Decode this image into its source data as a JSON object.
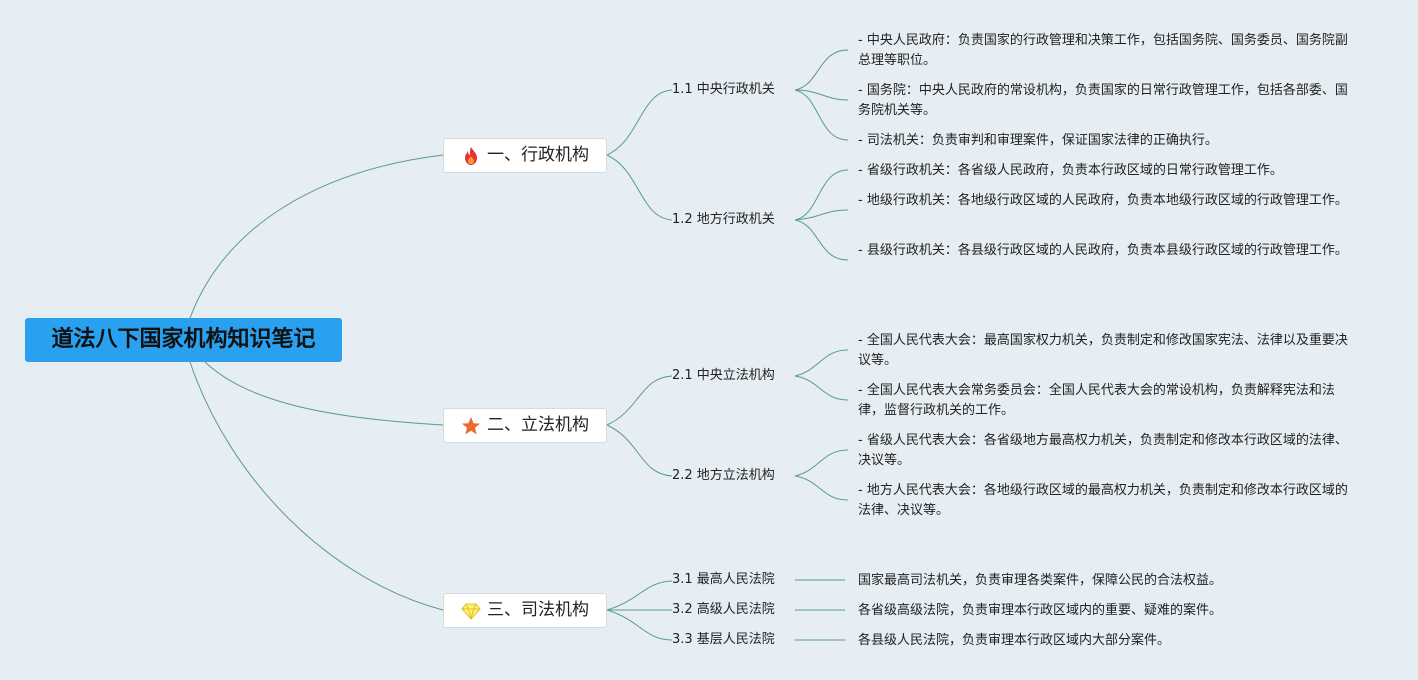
{
  "root": {
    "title": "道法八下国家机构知识笔记"
  },
  "branches": [
    {
      "label": "一、行政机构",
      "icon": "fire-icon",
      "subs": [
        {
          "label": "1.1 中央行政机关",
          "items": [
            "- 中央人民政府：负责国家的行政管理和决策工作，包括国务院、国务委员、国务院副总理等职位。",
            "- 国务院：中央人民政府的常设机构，负责国家的日常行政管理工作，包括各部委、国务院机关等。",
            "- 司法机关：负责审判和审理案件，保证国家法律的正确执行。"
          ]
        },
        {
          "label": "1.2 地方行政机关",
          "items": [
            "- 省级行政机关：各省级人民政府，负责本行政区域的日常行政管理工作。",
            "- 地级行政机关：各地级行政区域的人民政府，负责本地级行政区域的行政管理工作。",
            "- 县级行政机关：各县级行政区域的人民政府，负责本县级行政区域的行政管理工作。"
          ]
        }
      ]
    },
    {
      "label": "二、立法机构",
      "icon": "star-icon",
      "subs": [
        {
          "label": "2.1 中央立法机构",
          "items": [
            "- 全国人民代表大会：最高国家权力机关，负责制定和修改国家宪法、法律以及重要决议等。",
            "- 全国人民代表大会常务委员会：全国人民代表大会的常设机构，负责解释宪法和法律，监督行政机关的工作。"
          ]
        },
        {
          "label": "2.2 地方立法机构",
          "items": [
            "- 省级人民代表大会：各省级地方最高权力机关，负责制定和修改本行政区域的法律、决议等。",
            "- 地方人民代表大会：各地级行政区域的最高权力机关，负责制定和修改本行政区域的法律、决议等。"
          ]
        }
      ]
    },
    {
      "label": "三、司法机构",
      "icon": "diamond-icon",
      "subs": [
        {
          "label": "3.1 最高人民法院",
          "items": [
            "国家最高司法机关，负责审理各类案件，保障公民的合法权益。"
          ]
        },
        {
          "label": "3.2 高级人民法院",
          "items": [
            "各省级高级法院，负责审理本行政区域内的重要、疑难的案件。"
          ]
        },
        {
          "label": "3.3 基层人民法院",
          "items": [
            "各县级人民法院，负责审理本行政区域内大部分案件。"
          ]
        }
      ]
    }
  ],
  "colors": {
    "background": "#e6eef3",
    "root_fill": "#2aa1f0",
    "connector": "#5a9a8e"
  }
}
